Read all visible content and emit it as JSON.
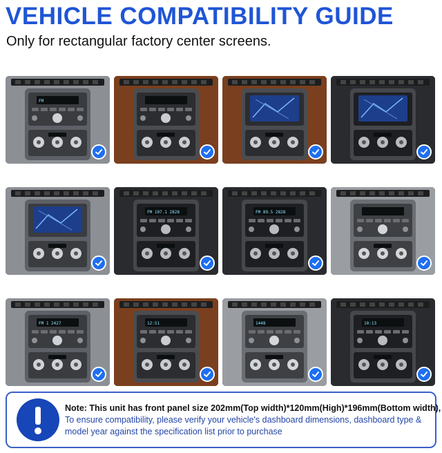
{
  "header": {
    "title": "VEHICLE COMPATIBILITY GUIDE",
    "subtitle": "Only for rectangular factory center screens."
  },
  "colors": {
    "title_blue": "#1f55d6",
    "check_blue": "#1e6ff0",
    "note_border": "#3a5fc8",
    "note_icon": "#1746b8",
    "note_text_blue": "#2346a8"
  },
  "tiles": [
    {
      "trim": "silver",
      "display": "FM",
      "screen": "lcd"
    },
    {
      "trim": "wood",
      "display": "",
      "screen": "lcd"
    },
    {
      "trim": "wood",
      "display": "",
      "screen": "nav"
    },
    {
      "trim": "black",
      "display": "",
      "screen": "nav"
    },
    {
      "trim": "silver",
      "display": "",
      "screen": "nav"
    },
    {
      "trim": "black",
      "display": "FM 107.1   2828",
      "screen": "lcd"
    },
    {
      "trim": "black",
      "display": "FM 89.5    2828",
      "screen": "lcd"
    },
    {
      "trim": "gray",
      "display": "",
      "screen": "lcd"
    },
    {
      "trim": "silver",
      "display": "FM 1    2427",
      "screen": "lcd"
    },
    {
      "trim": "wood",
      "display": "12:51",
      "screen": "lcd"
    },
    {
      "trim": "gray",
      "display": "1448",
      "screen": "lcd"
    },
    {
      "trim": "black",
      "display": "10:13",
      "screen": "lcd"
    }
  ],
  "check_icon": "checkmark-icon",
  "note": {
    "icon": "exclamation-icon",
    "bold": "Note: This unit has front panel size 202mm(Top width)*120mm(High)*196mm(Bottom width),",
    "body": "To ensure compatibility, please verify your vehicle's dashboard dimensions, dashboard type & model year against the specification list prior to purchase"
  }
}
